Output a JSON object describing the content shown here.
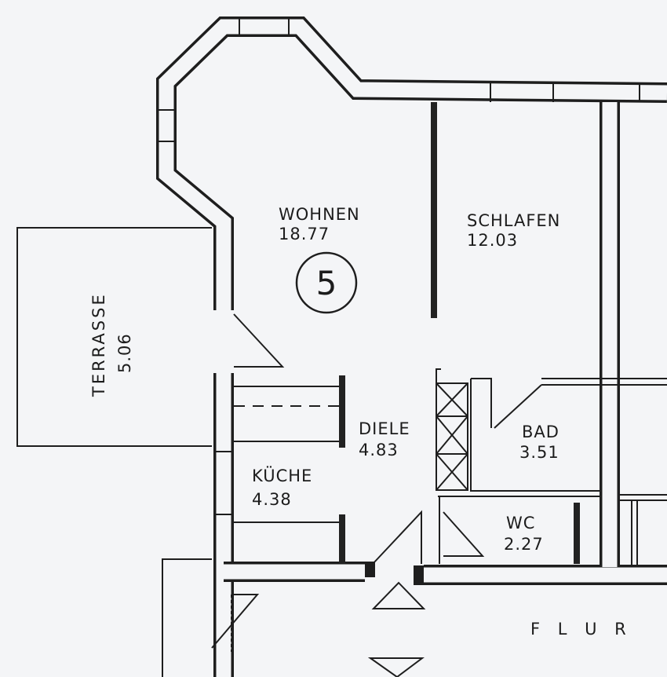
{
  "rooms": {
    "wohnen": {
      "name": "WOHNEN",
      "area": "18.77"
    },
    "schlafen": {
      "name": "SCHLAFEN",
      "area": "12.03"
    },
    "terrasse": {
      "name": "TERRASSE",
      "area": "5.06"
    },
    "diele": {
      "name": "DIELE",
      "area": "4.83"
    },
    "bad": {
      "name": "BAD",
      "area": "3.51"
    },
    "kueche": {
      "name": "KÜCHE",
      "area": "4.38"
    },
    "wc": {
      "name": "WC",
      "area": "2.27"
    },
    "flur": {
      "name": "F L U R"
    }
  },
  "unit_number": "5"
}
